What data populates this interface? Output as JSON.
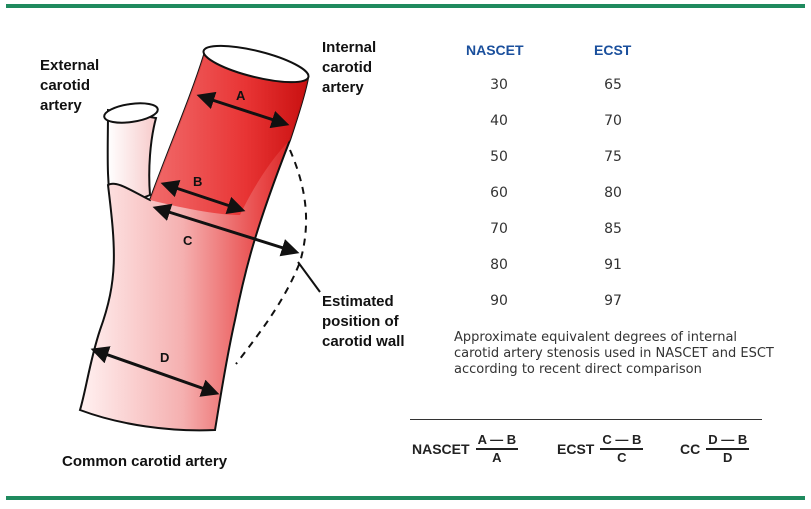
{
  "labels": {
    "external": "External\ncarotid\nartery",
    "internal": "Internal\ncarotid\nartery",
    "estimated": "Estimated\nposition of\ncarotid wall",
    "common": "Common carotid artery"
  },
  "markers": {
    "a": "A",
    "b": "B",
    "c": "C",
    "d": "D"
  },
  "table": {
    "headers": {
      "nascet": "NASCET",
      "ecst": "ECST"
    },
    "rows": [
      {
        "nascet": "30",
        "ecst": "65"
      },
      {
        "nascet": "40",
        "ecst": "70"
      },
      {
        "nascet": "50",
        "ecst": "75"
      },
      {
        "nascet": "60",
        "ecst": "80"
      },
      {
        "nascet": "70",
        "ecst": "85"
      },
      {
        "nascet": "80",
        "ecst": "91"
      },
      {
        "nascet": "90",
        "ecst": "97"
      }
    ]
  },
  "caption": "Approximate equivalent degrees of internal carotid artery stenosis used in NASCET and ESCT according to recent direct comparison",
  "formulas": [
    {
      "name": "NASCET",
      "numerator": "A — B",
      "denominator": "A"
    },
    {
      "name": "ECST",
      "numerator": "C — B",
      "denominator": "C"
    },
    {
      "name": "CC",
      "numerator": "D — B",
      "denominator": "D"
    }
  ],
  "colors": {
    "rule": "#1f8a5e",
    "header": "#1a4f9c",
    "artery_dark": "#d91a1a",
    "artery_light": "#fde8e8"
  }
}
